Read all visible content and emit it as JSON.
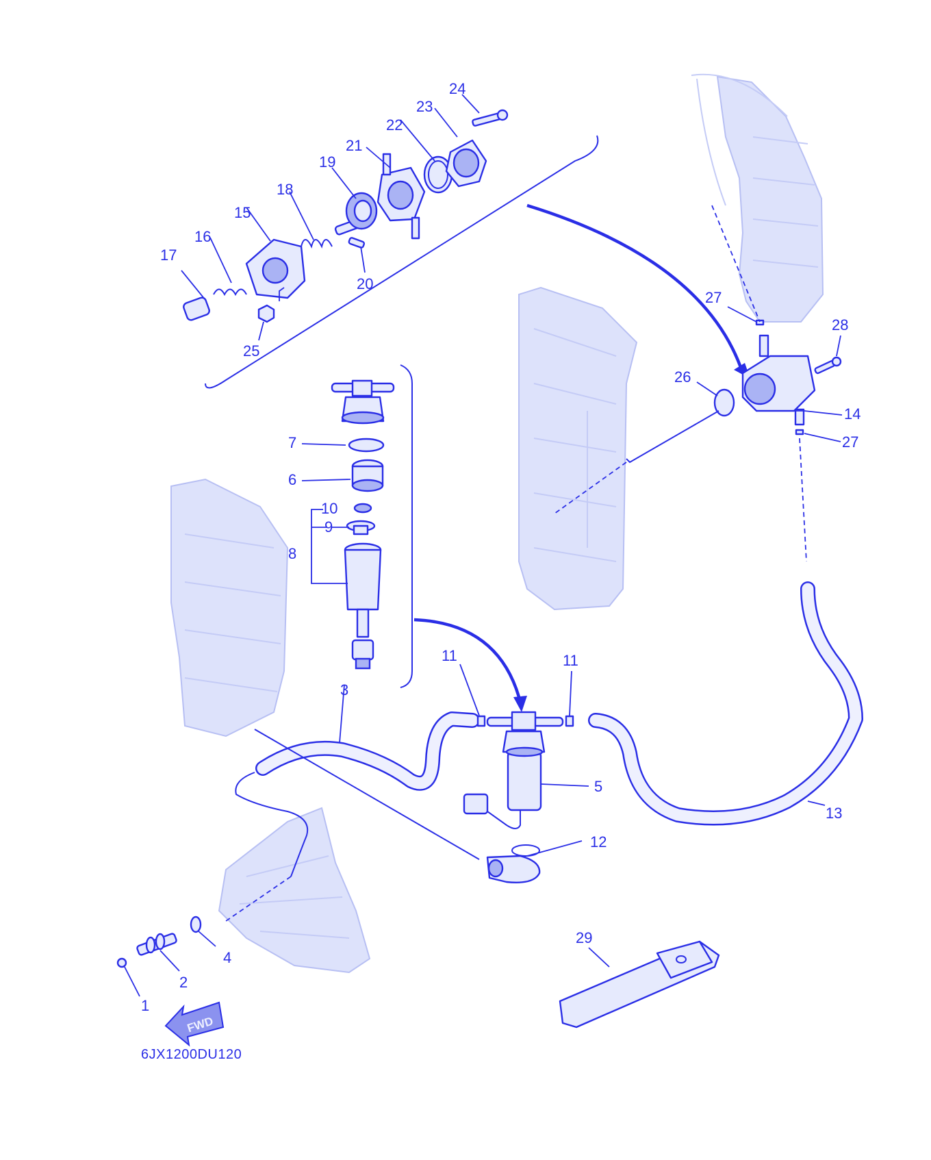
{
  "diagram": {
    "drawing_code": "6JX1200DU120",
    "direction_arrow_text": "FWD",
    "accent_color": "#2a2ee6",
    "ghost_color": "#dde2fb",
    "callouts": [
      "1",
      "2",
      "3",
      "4",
      "5",
      "6",
      "7",
      "8",
      "9",
      "10",
      "11",
      "11",
      "12",
      "13",
      "14",
      "15",
      "16",
      "17",
      "18",
      "19",
      "20",
      "21",
      "22",
      "23",
      "24",
      "25",
      "26",
      "27",
      "27",
      "28",
      "29"
    ]
  }
}
